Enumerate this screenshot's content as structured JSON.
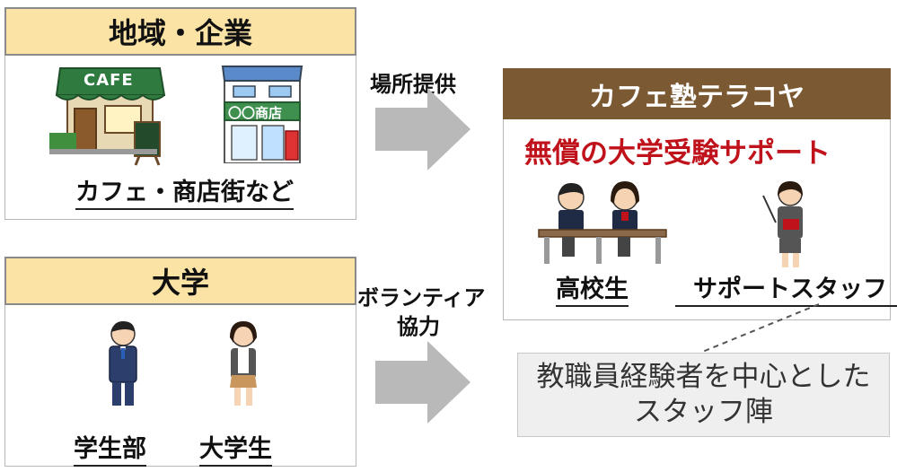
{
  "left_top": {
    "title": "地域・企業",
    "caption": "カフェ・商店街など",
    "cafe_sign": "CAFE",
    "shop_sign": "〇〇商店"
  },
  "left_bottom": {
    "title": "大学",
    "labels": [
      "学生部",
      "大学生"
    ]
  },
  "arrows": {
    "top_label": "場所提供",
    "bottom_label_1": "ボランティア",
    "bottom_label_2": "協力"
  },
  "right": {
    "title": "カフェ塾テラコヤ",
    "subtitle": "無償の大学受験サポート",
    "labels": [
      "高校生",
      "サポートスタッフ"
    ]
  },
  "callout": {
    "line1": "教職員経験者を中心とした",
    "line2": "スタッフ陣"
  },
  "colors": {
    "header_yellow": "#fbe3a6",
    "header_brown": "#7b5a33",
    "subtitle_red": "#c0121b",
    "arrow_gray": "#b9b9b9"
  }
}
